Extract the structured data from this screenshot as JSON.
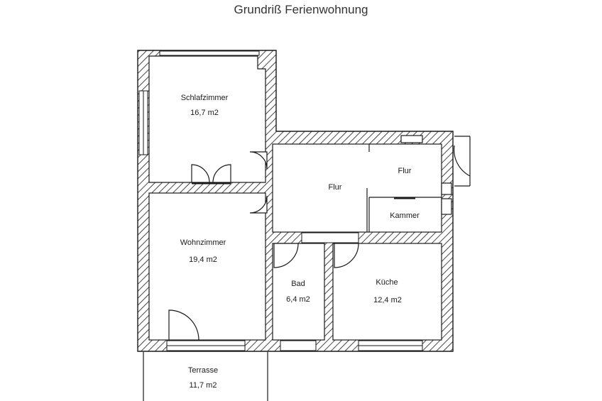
{
  "title": "Grundriß Ferienwohnung",
  "rooms": [
    {
      "key": "schlafzimmer",
      "name": "Schlafzimmer",
      "area": "16,7 m2"
    },
    {
      "key": "flur_main",
      "name": "Flur",
      "area": ""
    },
    {
      "key": "flur_small",
      "name": "Flur",
      "area": ""
    },
    {
      "key": "kammer",
      "name": "Kammer",
      "area": ""
    },
    {
      "key": "wohnzimmer",
      "name": "Wohnzimmer",
      "area": "19,4 m2"
    },
    {
      "key": "bad",
      "name": "Bad",
      "area": "6,4 m2"
    },
    {
      "key": "kueche",
      "name": "Küche",
      "area": "12,4 m2"
    },
    {
      "key": "terrasse",
      "name": "Terrasse",
      "area": "11,7 m2"
    }
  ],
  "colors": {
    "wall": "#1a1a1a",
    "hatch": "#1a1a1a",
    "background": "#ffffff"
  }
}
